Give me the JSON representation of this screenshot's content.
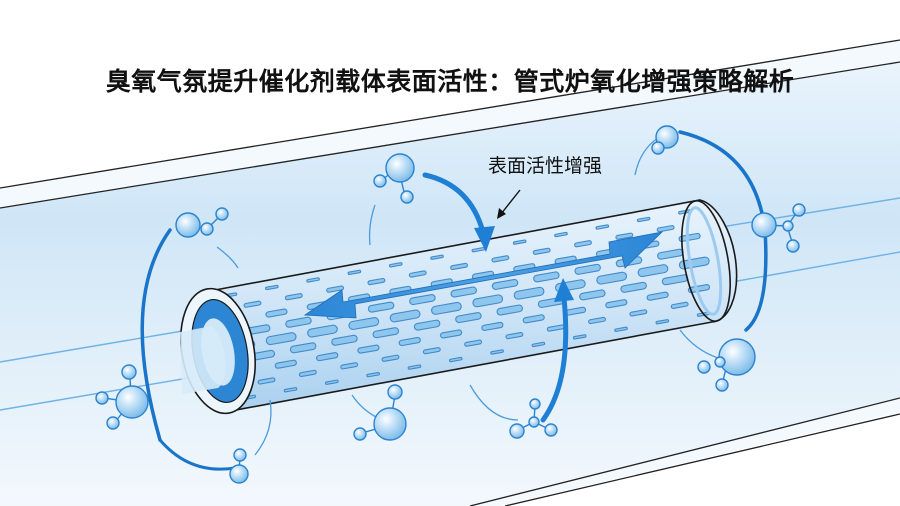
{
  "title": "臭氧气氛提升催化剂载体表面活性：管式炉氧化增强策略解析",
  "annotation": {
    "label": "表面活性增强",
    "pointer": "arrow-to-tube-surface"
  },
  "figure": {
    "subject": "Porous catalyst carrier tube inside a tube furnace quartz tube",
    "elements": [
      "outer-quartz-tube",
      "perforated-catalyst-carrier-tube",
      "bidirectional-flow-arrow",
      "curved-molecule-adsorption-arrows",
      "ozone-molecules"
    ],
    "molecule_count": 9
  },
  "colors": {
    "background": "#ffffff",
    "tube_fill": "#dcecf8",
    "accent_blue": "#1e7fd4",
    "light_blue": "#a9d3f2",
    "outline": "#1a1a1a",
    "text": "#111111"
  }
}
